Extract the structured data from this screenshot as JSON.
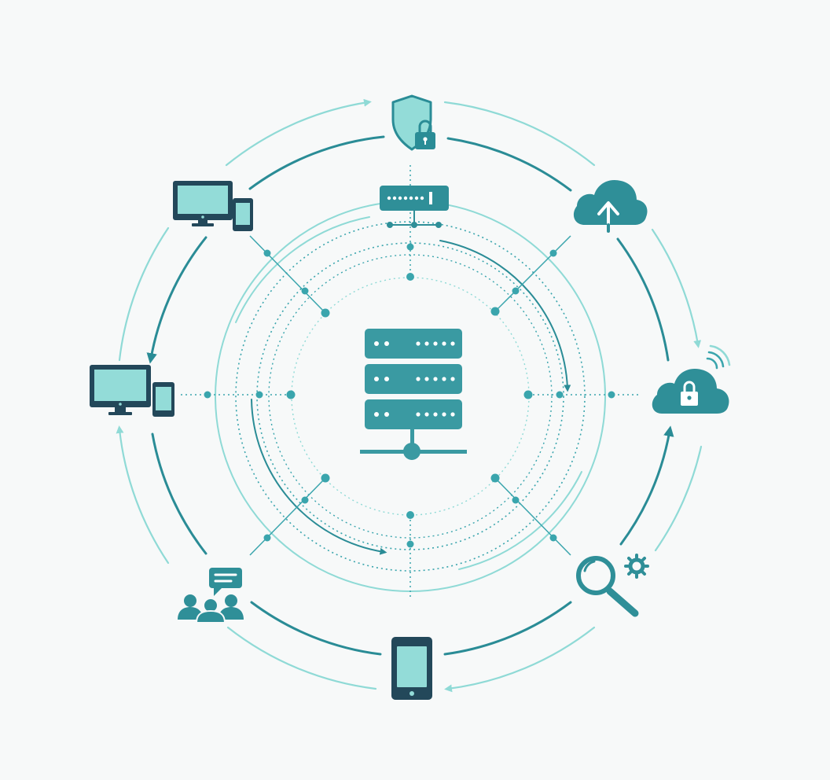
{
  "colors": {
    "background": "#f7f9f9",
    "dark_teal": "#2a8c96",
    "mid_teal": "#3aa5ad",
    "light_teal": "#8fdad6",
    "screen_fill": "#93dcd8",
    "navy": "#23485a"
  },
  "nodes": [
    {
      "id": "top",
      "icon": "shield-lock-icon"
    },
    {
      "id": "top-right",
      "icon": "cloud-upload-icon"
    },
    {
      "id": "right",
      "icon": "cloud-lock-wifi-icon"
    },
    {
      "id": "bottom-right",
      "icon": "magnifier-gear-icon"
    },
    {
      "id": "bottom",
      "icon": "smartphone-icon"
    },
    {
      "id": "bottom-left",
      "icon": "users-chat-icon"
    },
    {
      "id": "left",
      "icon": "desktop-phone-icon"
    },
    {
      "id": "top-left",
      "icon": "desktop-phone-icon"
    }
  ],
  "center": {
    "icon": "server-rack-icon"
  },
  "inner": {
    "icon": "network-switch-icon"
  }
}
